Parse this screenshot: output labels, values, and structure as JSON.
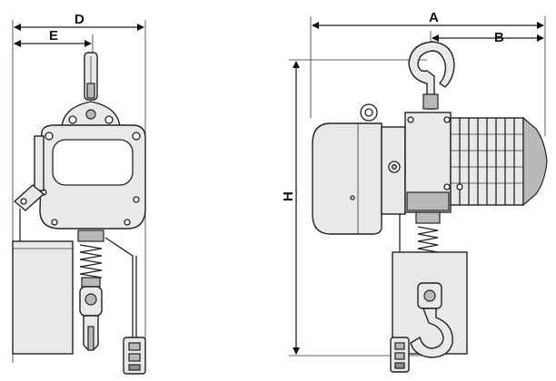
{
  "dimensions": {
    "d": "D",
    "e": "E",
    "a": "A",
    "b": "B",
    "h": "H"
  },
  "colors": {
    "line": "#222222",
    "body_fill": "#e9e9e9",
    "shade_fill": "#b9b9b9",
    "background": "#ffffff"
  }
}
